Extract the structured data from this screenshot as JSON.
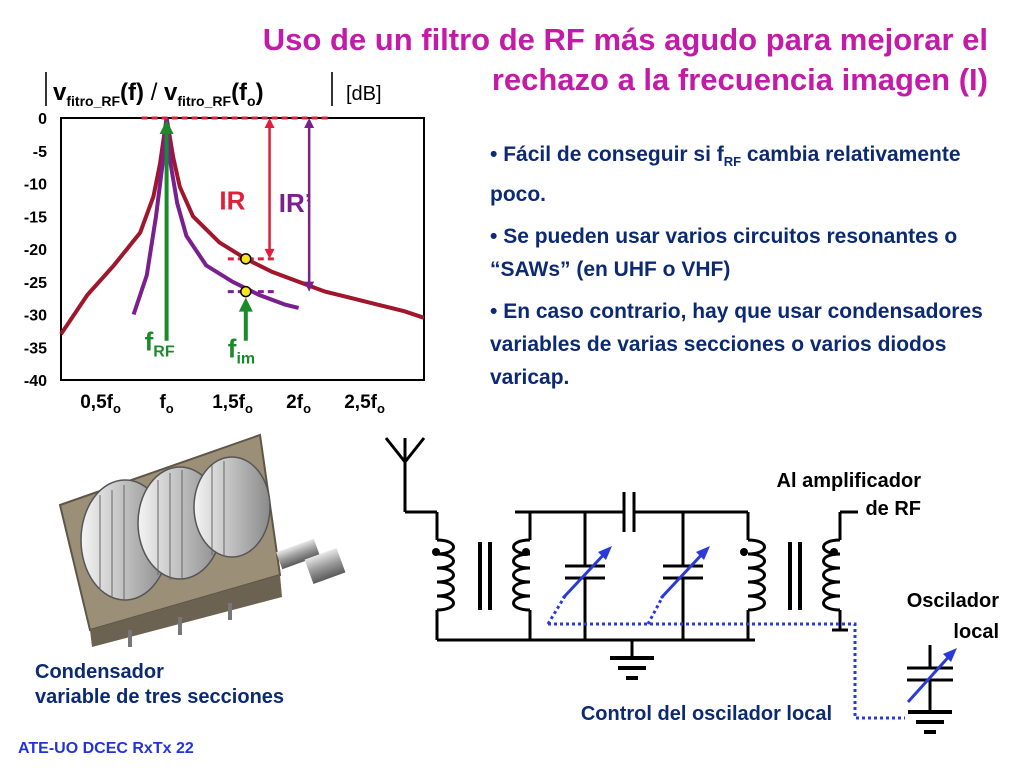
{
  "slide": {
    "title_line1": "Uso de un filtro de RF más agudo para mejorar el",
    "title_line2": "rechazo a la frecuencia imagen (I)",
    "bullets": [
      {
        "pre": "Fácil de conseguir si f",
        "sub": "RF",
        "post": " cambia relativamente poco."
      },
      {
        "pre": "Se pueden usar varios circuitos resonantes o “SAWs” (en UHF o VHF)",
        "sub": "",
        "post": ""
      },
      {
        "pre": "En caso contrario, hay que usar condensadores variables de varias secciones o varios diodos varicap.",
        "sub": "",
        "post": ""
      }
    ],
    "photo_caption_line1": "Condensador",
    "photo_caption_line2": "variable de tres secciones",
    "footer": "ATE-UO DCEC RxTx 22"
  },
  "circuit": {
    "amp_label_line1": "Al amplificador",
    "amp_label_line2": "de RF",
    "osc_label_line1": "Oscilador",
    "osc_label_line2": "local",
    "control_label": "Control del oscilador local"
  },
  "colors": {
    "title": "#c41aa8",
    "text": "#0c2a73",
    "curve_sharp": "#a0162d",
    "curve_wide": "#7a1f8e",
    "green": "#1a8a2a",
    "ir_red": "#e0203a",
    "control_blue": "#2a3ad8"
  },
  "chart_data": {
    "type": "line",
    "ylabel_main": "v",
    "ylabel_sub": "fitro_RF",
    "ylabel_arg1": "(f)",
    "ylabel_arg2": "(f",
    "ylabel_arg2_sub": "o",
    "ylabel_close": ")",
    "ylabel_unit": "[dB]",
    "ylim": [
      -40,
      0
    ],
    "yticks": [
      "0",
      "-5",
      "-10",
      "-15",
      "-20",
      "-25",
      "-30",
      "-35",
      "-40"
    ],
    "ytick_values": [
      0,
      -5,
      -10,
      -15,
      -20,
      -25,
      -30,
      -35,
      -40
    ],
    "xticks": [
      {
        "value": 0.5,
        "pre": "0,5f",
        "sub": "o"
      },
      {
        "value": 1.0,
        "pre": "f",
        "sub": "o"
      },
      {
        "value": 1.5,
        "pre": "1,5f",
        "sub": "o"
      },
      {
        "value": 2.0,
        "pre": "2f",
        "sub": "o"
      },
      {
        "value": 2.5,
        "pre": "2,5f",
        "sub": "o"
      }
    ],
    "xlim": [
      0.2,
      2.95
    ],
    "series": [
      {
        "x": [
          0.2,
          0.4,
          0.6,
          0.8,
          0.9,
          0.95,
          1.0,
          1.05,
          1.1,
          1.2,
          1.4,
          1.6,
          1.8,
          2.0,
          2.2,
          2.4,
          2.6,
          2.8,
          2.95
        ],
        "y": [
          -33,
          -27,
          -22.5,
          -17.5,
          -12,
          -7,
          0,
          -6,
          -10.5,
          -15,
          -19,
          -21.5,
          -23.5,
          -25,
          -26.5,
          -27.5,
          -28.5,
          -29.5,
          -30.5
        ]
      },
      {
        "x": [
          0.75,
          0.85,
          0.92,
          0.97,
          1.0,
          1.03,
          1.08,
          1.15,
          1.3,
          1.5,
          1.7,
          1.9,
          2.0
        ],
        "y": [
          -30,
          -24,
          -15,
          -7,
          0,
          -7,
          -13,
          -18,
          -22.5,
          -25,
          -27,
          -28.5,
          -29
        ]
      }
    ],
    "annotations": {
      "ir_label": "IR",
      "ir_prime_label": "IR’",
      "frf_main": "f",
      "frf_sub": "RF",
      "fim_main": "f",
      "fim_sub": "im",
      "f_rf": 1.0,
      "f_im": 1.6,
      "ir_level": -21.5,
      "ir_prime_level": -26.5
    }
  }
}
